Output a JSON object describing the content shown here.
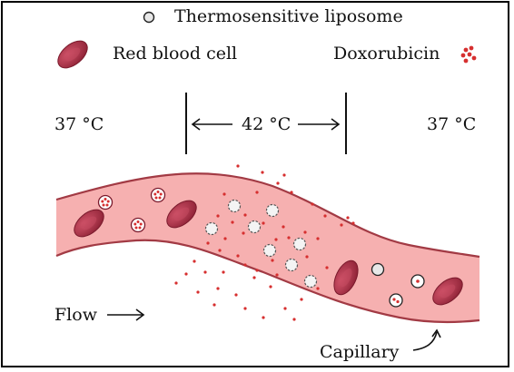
{
  "legend": {
    "liposome_label": "Thermosensitive liposome",
    "rbc_label": "Red blood cell",
    "drug_label": "Doxorubicin"
  },
  "temperatures": {
    "left": "37 °C",
    "center": "42 °C",
    "right": "37 °C"
  },
  "labels": {
    "flow": "Flow",
    "capillary": "Capillary"
  },
  "colors": {
    "vessel_fill": "#f6b0b0",
    "vessel_edge": "#a23a44",
    "rbc_fill": "#b5344a",
    "drug_red": "#d62f2f",
    "liposome_fill": "#e8e8e8",
    "outline": "#222222"
  }
}
